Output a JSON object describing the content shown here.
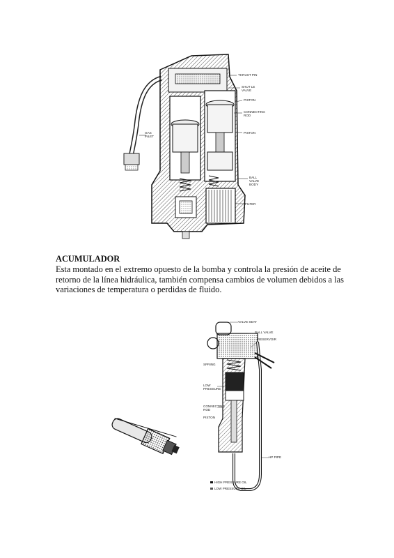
{
  "section": {
    "heading": "ACUMULADOR",
    "lines": [
      "Esta montado en el extremo opuesto de la bomba y controla la presión de aceite de",
      "retorno de la línea hidráulica, también compensa cambios de volumen debidos a las",
      "variaciones de temperatura o perdidas de fluido."
    ]
  },
  "pump_figure": {
    "labels": {
      "thrust_pin": "THRUST PIN",
      "shuttle_valve": "SHUT LE VALVE",
      "piston_top": "PISTON",
      "connecting_rod": "CONNECTING ROD",
      "piston_lower": "PISTON",
      "ball_valve_body": "BALL VALVE BODY",
      "filter": "FILTER",
      "gas_inlet": "GAS INLET"
    }
  },
  "accumulator_figure": {
    "labels": {
      "valve_top": "VALVE SEAT",
      "valve_right": "BALL VALVE",
      "valve_right2": "RESERVOIR",
      "spring": "SPRING",
      "low_pressure": "LOW PRESSURE",
      "connecting_rod": "CONNECTING ROD",
      "piston": "PISTON",
      "pipe": "HP PIPE",
      "legend_high": "HIGH PRESSURE OIL",
      "legend_low": "LOW PRESSURE OIL"
    }
  }
}
